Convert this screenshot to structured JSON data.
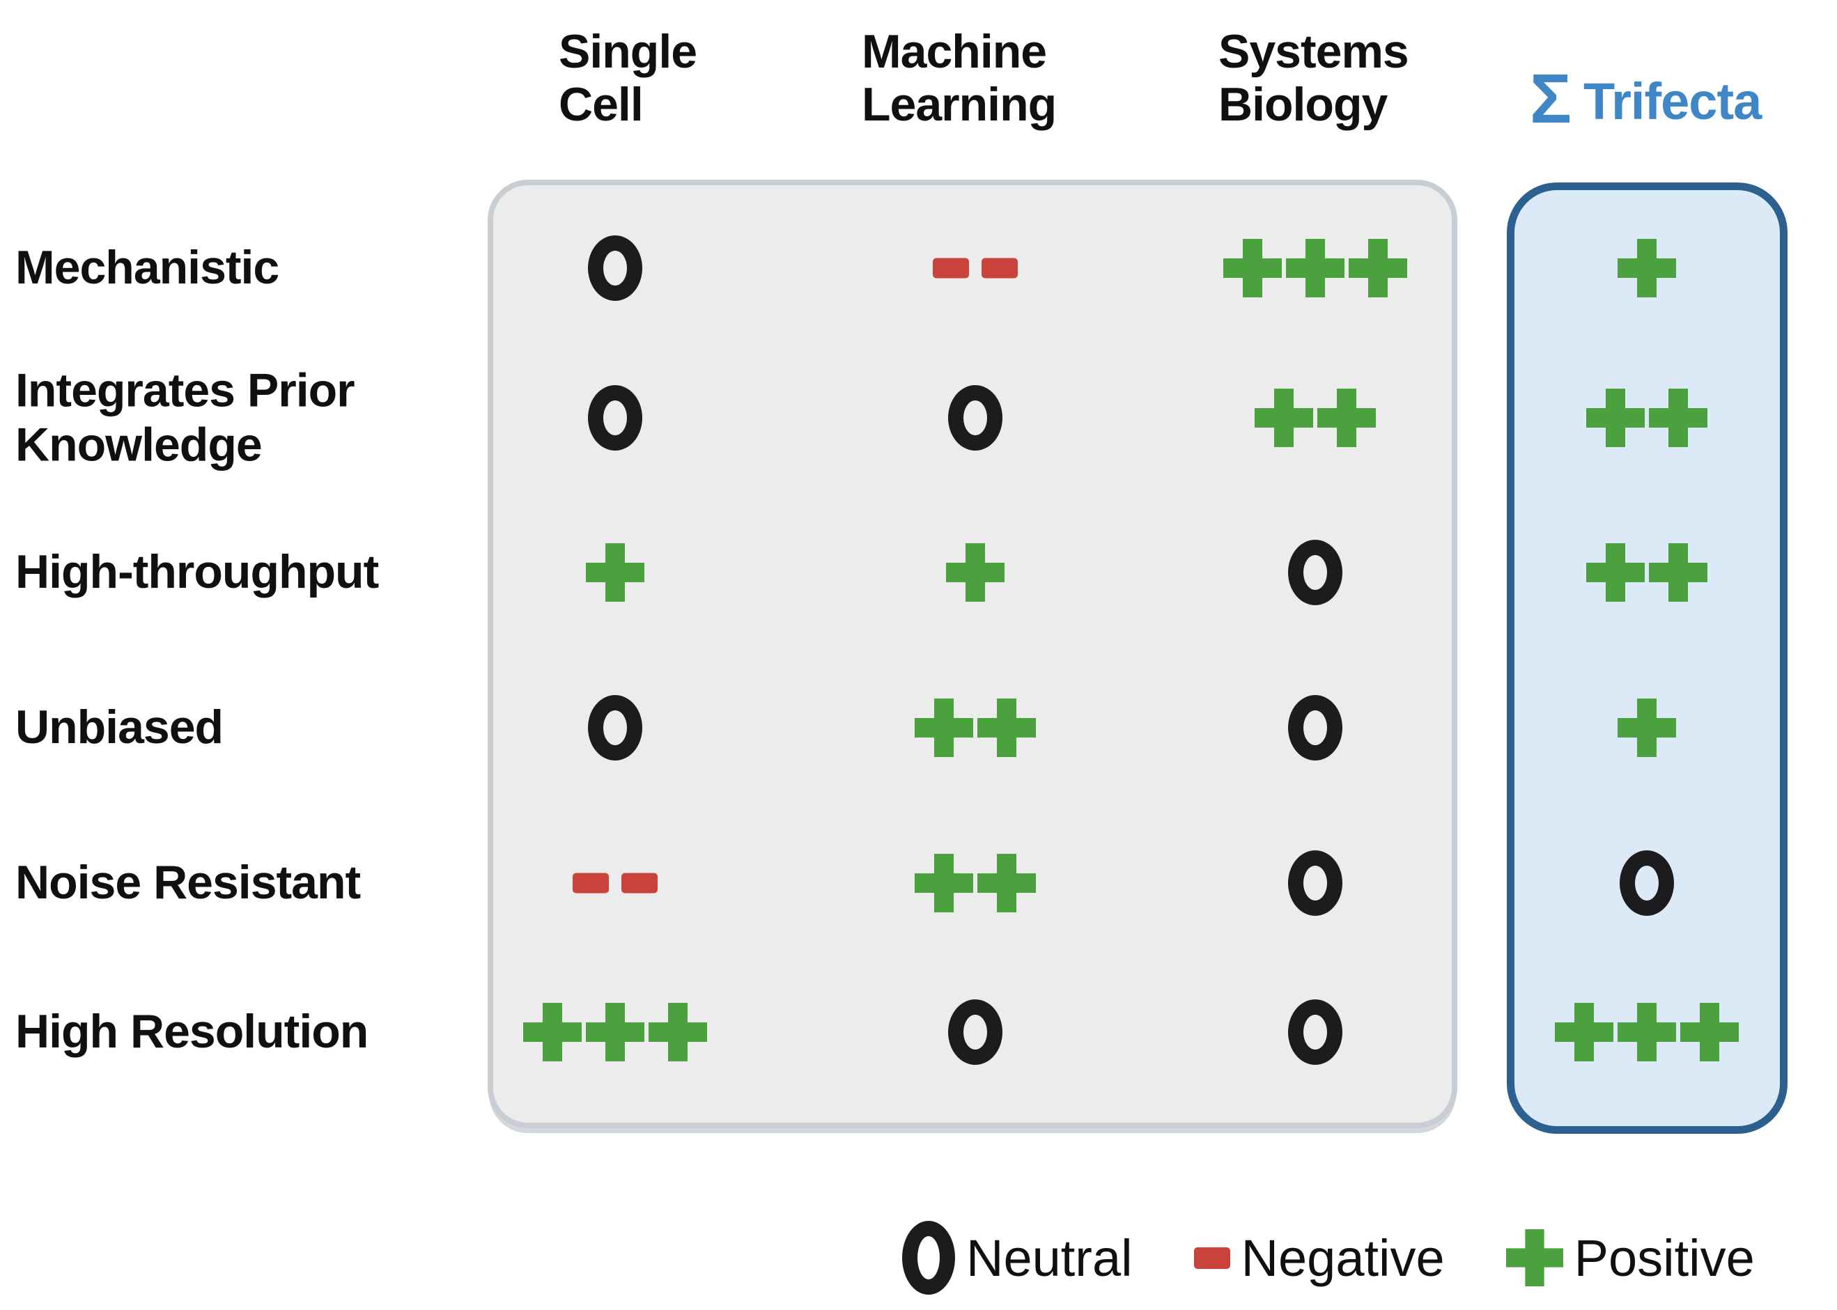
{
  "figure": {
    "type": "comparison-matrix",
    "description_visible_text_only": true
  },
  "columns": [
    {
      "id": "single-cell",
      "lines": [
        "Single",
        "Cell"
      ]
    },
    {
      "id": "machine-learning",
      "lines": [
        "Machine",
        "Learning"
      ]
    },
    {
      "id": "systems-biology",
      "lines": [
        "Systems",
        "Biology"
      ]
    },
    {
      "id": "trifecta",
      "sigma": "Σ",
      "label": "Trifecta"
    }
  ],
  "rows": [
    {
      "label": "Mechanistic",
      "cells": [
        "O",
        "--",
        "+++",
        "+"
      ]
    },
    {
      "label": "Integrates Prior Knowledge",
      "cells": [
        "O",
        "O",
        "++",
        "++"
      ]
    },
    {
      "label": "High-throughput",
      "cells": [
        "+",
        "+",
        "O",
        "++"
      ]
    },
    {
      "label": "Unbiased",
      "cells": [
        "O",
        "++",
        "O",
        "+"
      ]
    },
    {
      "label": "Noise Resistant",
      "cells": [
        "--",
        "++",
        "O",
        "O"
      ]
    },
    {
      "label": "High Resolution",
      "cells": [
        "+++",
        "O",
        "O",
        "+++"
      ]
    }
  ],
  "legend": {
    "items": [
      {
        "symbol": "O",
        "label": "Neutral"
      },
      {
        "symbol": "-",
        "label": "Negative"
      },
      {
        "symbol": "+",
        "label": "Positive"
      }
    ]
  },
  "colors": {
    "positive_green": "#4ca13f",
    "negative_red": "#c9433c",
    "neutral_ink": "#1c1c1e",
    "trifecta_text_blue": "#3e86c6",
    "trifecta_panel_fill": "#dce9f6",
    "trifecta_panel_border": "#2c608e",
    "methods_panel_fill": "#ececec",
    "methods_panel_border": "#c9ced4"
  }
}
